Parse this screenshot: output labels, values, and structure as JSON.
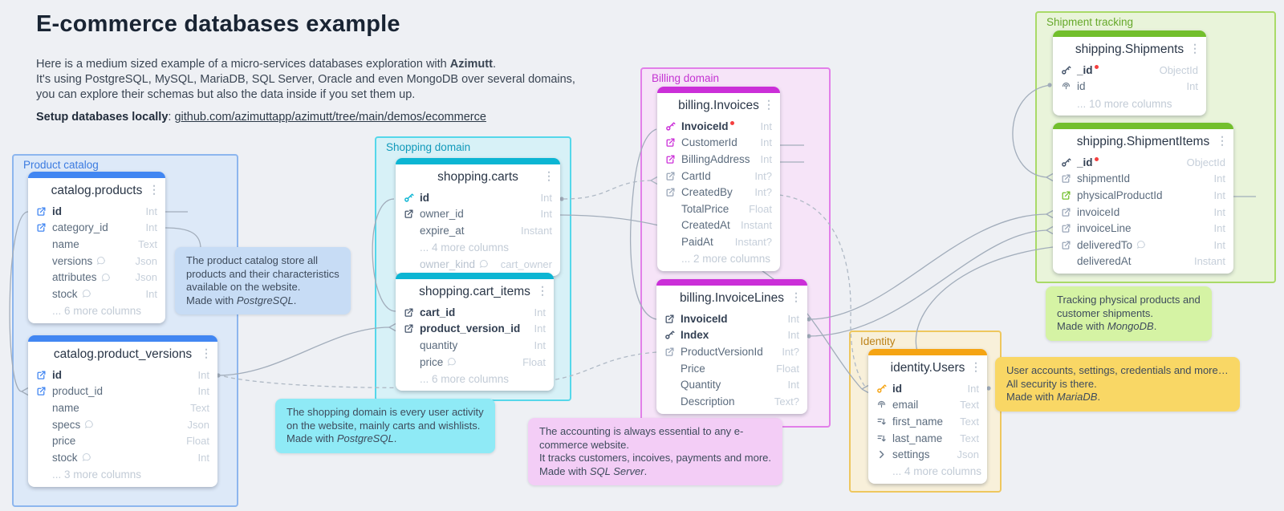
{
  "icons": {
    "kebab_menu": "⋮"
  },
  "colors": {
    "blue": "#4186f2",
    "cyan": "#0cb5d3",
    "magenta": "#cb2fd8",
    "orange": "#f5a413",
    "green": "#72bf2c",
    "wire": "#a2adbb",
    "red_dot": "#f43f3f"
  },
  "header": {
    "title": "E-commerce databases example",
    "intro_line1_prefix": "Here is a medium sized example of a micro-services databases exploration with ",
    "intro_line1_bold": "Azimutt",
    "intro_line1_suffix": ".",
    "intro_line2": "It's using PostgreSQL, MySQL, MariaDB, SQL Server, Oracle and even MongoDB over several domains,",
    "intro_line3": "you can explore their schemas but also the data inside if you set them up.",
    "setup_label": "Setup databases locally",
    "setup_separator": ": ",
    "setup_link": "github.com/azimuttapp/azimutt/tree/main/demos/ecommerce"
  },
  "domains": [
    {
      "id": "product-catalog",
      "label": "Product catalog"
    },
    {
      "id": "shopping",
      "label": "Shopping domain"
    },
    {
      "id": "billing",
      "label": "Billing domain"
    },
    {
      "id": "identity",
      "label": "Identity"
    },
    {
      "id": "shipment",
      "label": "Shipment tracking"
    }
  ],
  "tables": [
    {
      "id": "catalog.products",
      "title": "catalog.products",
      "rows": [
        {
          "icon": "foreign-key-icon",
          "icon_color": "blue",
          "name": "id",
          "bold": true,
          "type": "Int"
        },
        {
          "icon": "foreign-key-icon",
          "icon_color": "blue",
          "name": "category_id",
          "type": "Int"
        },
        {
          "name": "name",
          "type": "Text"
        },
        {
          "name": "versions",
          "comment": true,
          "type": "Json"
        },
        {
          "name": "attributes",
          "comment": true,
          "type": "Json"
        },
        {
          "name": "stock",
          "comment": true,
          "type": "Int"
        },
        {
          "more": "... 6 more columns"
        }
      ]
    },
    {
      "id": "catalog.product_versions",
      "title": "catalog.product_versions",
      "rows": [
        {
          "icon": "foreign-key-icon",
          "icon_color": "blue",
          "name": "id",
          "bold": true,
          "type": "Int"
        },
        {
          "icon": "foreign-key-icon",
          "icon_color": "blue",
          "name": "product_id",
          "type": "Int"
        },
        {
          "name": "name",
          "type": "Text"
        },
        {
          "name": "specs",
          "comment": true,
          "type": "Json"
        },
        {
          "name": "price",
          "type": "Float"
        },
        {
          "name": "stock",
          "comment": true,
          "type": "Int"
        },
        {
          "more": "... 3 more columns"
        }
      ]
    },
    {
      "id": "shopping.carts",
      "title": "shopping.carts",
      "rows": [
        {
          "icon": "primary-key-icon",
          "icon_color": "cyan",
          "name": "id",
          "bold": true,
          "type": "Int"
        },
        {
          "icon": "foreign-key-icon",
          "icon_color": "dark",
          "name": "owner_id",
          "type": "Int"
        },
        {
          "name": "expire_at",
          "type": "Instant"
        },
        {
          "more": "... 4 more columns"
        },
        {
          "name": "owner_kind",
          "comment": true,
          "type": "cart_owner",
          "faded": true
        }
      ]
    },
    {
      "id": "shopping.cart_items",
      "title": "shopping.cart_items",
      "rows": [
        {
          "icon": "foreign-key-icon",
          "icon_color": "dark",
          "name": "cart_id",
          "bold": true,
          "type": "Int"
        },
        {
          "icon": "foreign-key-icon",
          "icon_color": "dark",
          "name": "product_version_id",
          "bold": true,
          "type": "Int"
        },
        {
          "name": "quantity",
          "type": "Int"
        },
        {
          "name": "price",
          "comment": true,
          "type": "Float"
        },
        {
          "more": "... 6 more columns"
        }
      ]
    },
    {
      "id": "billing.Invoices",
      "title": "billing.Invoices",
      "rows": [
        {
          "icon": "primary-key-icon",
          "icon_color": "magenta",
          "name": "InvoiceId",
          "bold": true,
          "red_dot": true,
          "type": "Int"
        },
        {
          "icon": "foreign-key-icon",
          "icon_color": "magenta",
          "name": "CustomerId",
          "type": "Int"
        },
        {
          "icon": "foreign-key-icon",
          "icon_color": "magenta",
          "name": "BillingAddress",
          "type": "Int"
        },
        {
          "icon": "foreign-key-icon",
          "icon_color": "gray",
          "name": "CartId",
          "type": "Int?"
        },
        {
          "icon": "foreign-key-icon",
          "icon_color": "gray",
          "name": "CreatedBy",
          "type": "Int?"
        },
        {
          "name": "TotalPrice",
          "type": "Float"
        },
        {
          "name": "CreatedAt",
          "type": "Instant"
        },
        {
          "name": "PaidAt",
          "type": "Instant?"
        },
        {
          "more": "... 2 more columns"
        }
      ]
    },
    {
      "id": "billing.InvoiceLines",
      "title": "billing.InvoiceLines",
      "rows": [
        {
          "icon": "foreign-key-icon",
          "icon_color": "dark",
          "name": "InvoiceId",
          "bold": true,
          "type": "Int"
        },
        {
          "icon": "primary-key-icon",
          "icon_color": "dark",
          "name": "Index",
          "bold": true,
          "type": "Int"
        },
        {
          "icon": "foreign-key-icon",
          "icon_color": "gray",
          "name": "ProductVersionId",
          "type": "Int?"
        },
        {
          "name": "Price",
          "type": "Float"
        },
        {
          "name": "Quantity",
          "type": "Int"
        },
        {
          "name": "Description",
          "type": "Text?"
        }
      ]
    },
    {
      "id": "identity.Users",
      "title": "identity.Users",
      "rows": [
        {
          "icon": "primary-key-icon",
          "icon_color": "orange",
          "name": "id",
          "bold": true,
          "type": "Int"
        },
        {
          "icon": "unique-icon",
          "icon_color": "darkgray",
          "name": "email",
          "type": "Text"
        },
        {
          "icon": "index-icon",
          "icon_color": "darkgray",
          "name": "first_name",
          "type": "Text"
        },
        {
          "icon": "index-icon",
          "icon_color": "darkgray",
          "name": "last_name",
          "type": "Text"
        },
        {
          "icon": "nested-icon",
          "icon_color": "darkgray",
          "name": "settings",
          "type": "Json"
        },
        {
          "more": "... 4 more columns"
        }
      ]
    },
    {
      "id": "shipping.Shipments",
      "title": "shipping.Shipments",
      "rows": [
        {
          "icon": "primary-key-icon",
          "icon_color": "dark",
          "name": "_id",
          "bold": true,
          "red_dot": true,
          "type": "ObjectId"
        },
        {
          "icon": "unique-icon",
          "icon_color": "darkgray",
          "name": "id",
          "type": "Int"
        },
        {
          "more": "... 10 more columns"
        }
      ]
    },
    {
      "id": "shipping.ShipmentItems",
      "title": "shipping.ShipmentItems",
      "rows": [
        {
          "icon": "primary-key-icon",
          "icon_color": "dark",
          "name": "_id",
          "bold": true,
          "red_dot": true,
          "type": "ObjectId"
        },
        {
          "icon": "foreign-key-icon",
          "icon_color": "gray",
          "name": "shipmentId",
          "type": "Int"
        },
        {
          "icon": "foreign-key-icon",
          "icon_color": "green",
          "name": "physicalProductId",
          "type": "Int"
        },
        {
          "icon": "foreign-key-icon",
          "icon_color": "gray",
          "name": "invoiceId",
          "type": "Int"
        },
        {
          "icon": "foreign-key-icon",
          "icon_color": "gray",
          "name": "invoiceLine",
          "type": "Int"
        },
        {
          "icon": "foreign-key-icon",
          "icon_color": "gray",
          "name": "deliveredTo",
          "comment": true,
          "type": "Int"
        },
        {
          "name": "deliveredAt",
          "type": "Instant"
        }
      ]
    }
  ],
  "notes": [
    {
      "id": "catalog-note",
      "text": "The product catalog store all\nproducts and their characteristics\navailable on the website.",
      "made_prefix": "Made with ",
      "tech": "PostgreSQL",
      "suffix": "."
    },
    {
      "id": "shopping-note",
      "text": "The shopping domain is every user activity\non the website, mainly carts and wishlists.",
      "made_prefix": "Made with ",
      "tech": "PostgreSQL",
      "suffix": "."
    },
    {
      "id": "billing-note",
      "text": "The accounting is always essential to any e-\ncommerce website.\nIt tracks customers, incoives, payments and more.",
      "made_prefix": "Made with ",
      "tech": "SQL Server",
      "suffix": "."
    },
    {
      "id": "identity-note",
      "text": "User accounts, settings, credentials and more…\nAll security is there.",
      "made_prefix": "Made with ",
      "tech": "MariaDB",
      "suffix": "."
    },
    {
      "id": "shipment-note",
      "text": "Tracking physical products and\ncustomer shipments.",
      "made_prefix": "Made with ",
      "tech": "MongoDB",
      "suffix": "."
    }
  ]
}
